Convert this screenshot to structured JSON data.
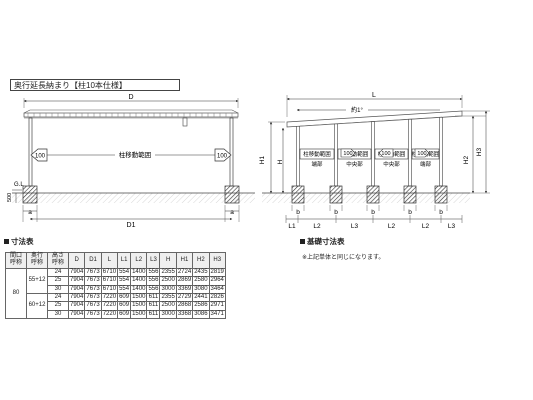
{
  "heading": "奥行延長納まり【柱10本仕様】",
  "front": {
    "dim_top": "D",
    "dim_bottom": "D1",
    "foot_label": "a",
    "arrow_label": "100",
    "range_label": "柱移動範囲",
    "gl_label": "G.L",
    "gl_depth": "500"
  },
  "side": {
    "dim_top": "L",
    "approx_label": "約1°",
    "h_labels": [
      "H1",
      "H",
      "H2",
      "H3"
    ],
    "bottom_dims": [
      "L1",
      "L2",
      "L3",
      "L2",
      "L2",
      "L3"
    ],
    "foot_label": "b",
    "arrow_label": "100",
    "bay_labels": [
      {
        "range": "柱移動範囲",
        "pos": "端部"
      },
      {
        "range": "柱移動範囲",
        "pos": "中央部"
      },
      {
        "range": "柱移動範囲",
        "pos": "中央部"
      },
      {
        "range": "柱移動範囲",
        "pos": "端部"
      }
    ],
    "extra_pos": "中央部"
  },
  "dims_section": {
    "title": "寸法表",
    "headers": [
      "間口\n呼称",
      "奥行\n呼称",
      "高さ\n呼称",
      "D",
      "D1",
      "L",
      "L1",
      "L2",
      "L3",
      "H",
      "H1",
      "H2",
      "H3"
    ],
    "frontage": "80",
    "groups": [
      {
        "depth": "55+12",
        "rows": [
          [
            "24",
            "7904",
            "7673",
            "6710",
            "554",
            "1400",
            "556",
            "2355",
            "2724",
            "2435",
            "2819"
          ],
          [
            "25",
            "7904",
            "7673",
            "6710",
            "554",
            "1400",
            "556",
            "2500",
            "2869",
            "2580",
            "2964"
          ],
          [
            "30",
            "7904",
            "7673",
            "6710",
            "554",
            "1400",
            "556",
            "3000",
            "3369",
            "3080",
            "3464"
          ]
        ]
      },
      {
        "depth": "60+12",
        "rows": [
          [
            "24",
            "7904",
            "7673",
            "7220",
            "609",
            "1500",
            "611",
            "2355",
            "2729",
            "2441",
            "2826"
          ],
          [
            "25",
            "7904",
            "7673",
            "7220",
            "609",
            "1500",
            "611",
            "2500",
            "2868",
            "2586",
            "2971"
          ],
          [
            "30",
            "7904",
            "7673",
            "7220",
            "609",
            "1500",
            "611",
            "3000",
            "3368",
            "3086",
            "3471"
          ]
        ]
      }
    ]
  },
  "foundation_section": {
    "title": "基礎寸法表",
    "note": "※上記単体と同じになります。"
  }
}
